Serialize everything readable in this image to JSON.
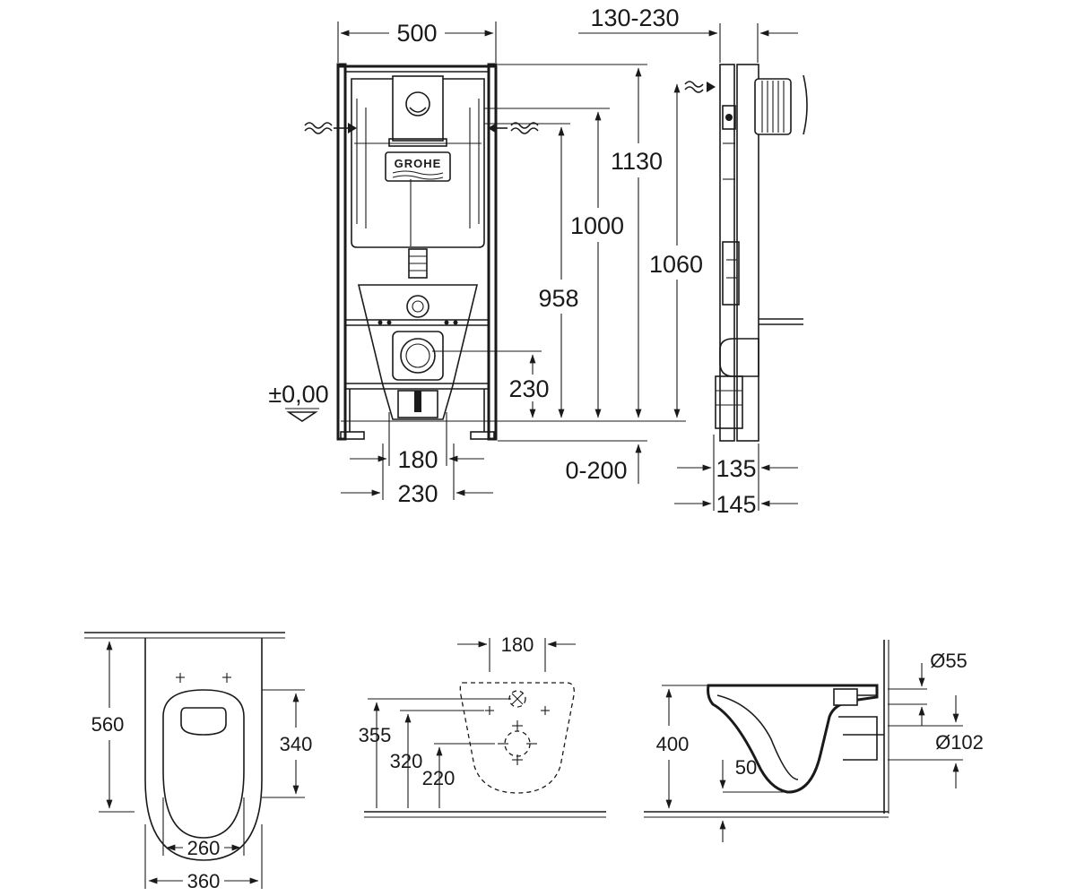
{
  "brand": "GROHE",
  "colors": {
    "line": "#1a1a1a",
    "background": "#ffffff"
  },
  "frame_view": {
    "width": "500",
    "wall_distance": "130-230",
    "height_total": "1130",
    "height_1000": "1000",
    "height_1060": "1060",
    "height_958": "958",
    "height_230": "230",
    "floor_level": "±0,00",
    "spacing_180": "180",
    "spacing_230": "230",
    "adjust_0_200": "0-200",
    "depth_135": "135",
    "depth_145": "145"
  },
  "bowl_top_view": {
    "length": "560",
    "seat_length": "340",
    "width_inner": "260",
    "width_outer": "360"
  },
  "bowl_rear_view": {
    "bolt_spacing": "180",
    "height_355": "355",
    "height_320": "320",
    "height_220": "220"
  },
  "bowl_side_view": {
    "height": "400",
    "offset": "50",
    "inlet_diameter": "Ø55",
    "outlet_diameter": "Ø102"
  }
}
